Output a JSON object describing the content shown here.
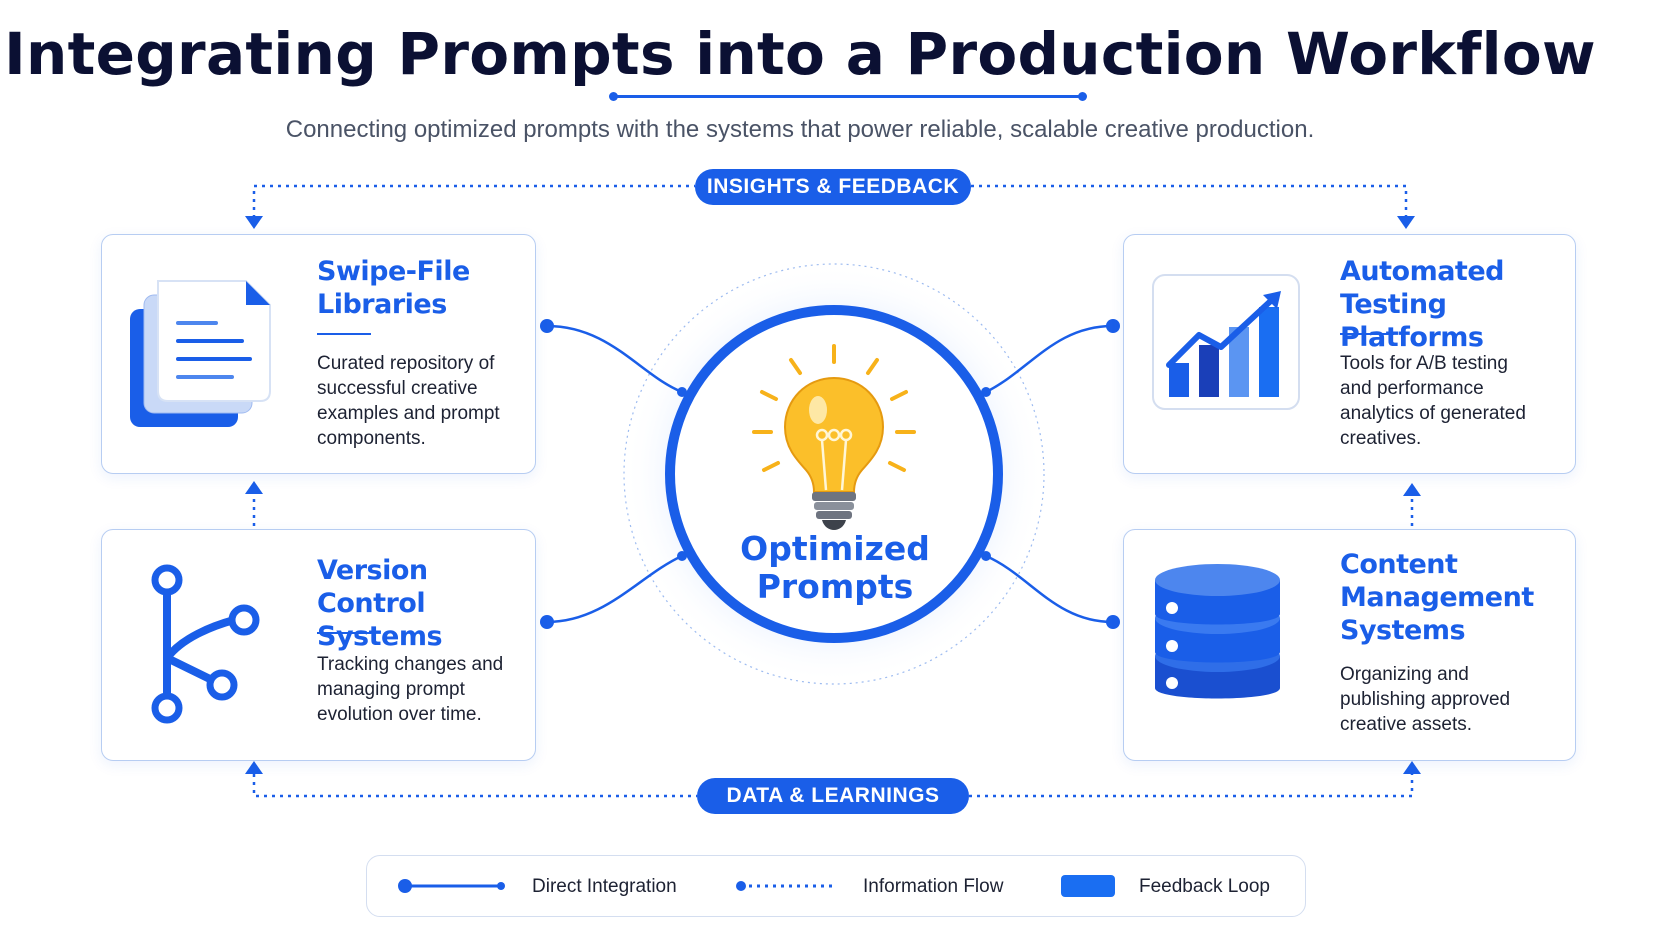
{
  "title": "Integrating Prompts into a Production Workflow",
  "subtitle": "Connecting optimized prompts with the systems that power reliable, scalable creative production.",
  "loops": {
    "top": "INSIGHTS & FEEDBACK",
    "bottom": "DATA & LEARNINGS"
  },
  "center": {
    "line1": "Optimized",
    "line2": "Prompts",
    "icon": "lightbulb-icon"
  },
  "cards": {
    "swipe": {
      "title_l1": "Swipe-File",
      "title_l2": "Libraries",
      "desc_l1": "Curated repository of",
      "desc_l2": "successful creative",
      "desc_l3": "examples and prompt",
      "desc_l4": "components.",
      "icon": "document-stack-icon"
    },
    "version": {
      "title_l1": "Version Control",
      "title_l2": "Systems",
      "desc_l1": "Tracking changes and",
      "desc_l2": "managing prompt",
      "desc_l3": "evolution over time.",
      "icon": "git-branch-icon"
    },
    "testing": {
      "title_l1": "Automated Testing",
      "title_l2": "Platforms",
      "desc_l1": "Tools for A/B testing",
      "desc_l2": "and performance",
      "desc_l3": "analytics of generated",
      "desc_l4": "creatives.",
      "icon": "bar-chart-trend-icon"
    },
    "cms": {
      "title_l1": "Content",
      "title_l2": "Management",
      "title_l3": "Systems",
      "desc_l1": "Organizing and",
      "desc_l2": "publishing approved",
      "desc_l3": "creative assets.",
      "icon": "database-icon"
    }
  },
  "legend": {
    "direct": "Direct Integration",
    "info": "Information Flow",
    "feedback": "Feedback Loop"
  },
  "colors": {
    "accent": "#1a5ee8",
    "title": "#0b1033",
    "card_border": "#b7cdf2",
    "bulb": "#f7b21a"
  }
}
